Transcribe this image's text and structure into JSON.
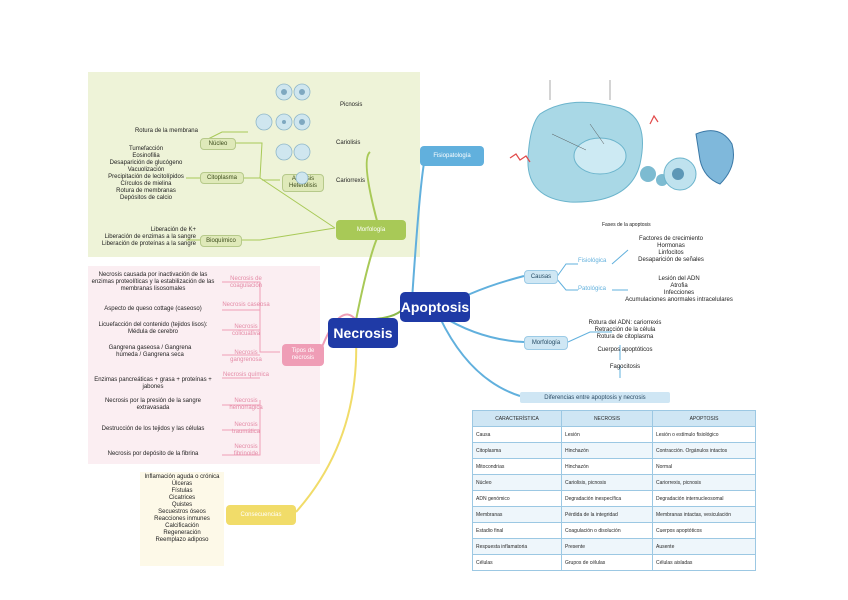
{
  "hubs": {
    "necrosis": "Necrosis",
    "apoptosis": "Apoptosis"
  },
  "morfologia_branch": {
    "label": "Morfología",
    "nucleo": {
      "label": "Núcleo",
      "item": "Rotura de la membrana"
    },
    "citoplasma": {
      "label": "Citoplasma",
      "items": [
        "Tumefacción",
        "Eosinofilia",
        "Desaparición de glucógeno",
        "Vacuolización",
        "Precipitación de lecitolípidos",
        "Círculos de mielina",
        "Rotura de membranas",
        "Depósitos de calcio"
      ]
    },
    "autolisis": "Autólisis Heterólisis",
    "bioquimico": {
      "label": "Bioquímico",
      "items": [
        "Liberación de K+",
        "Liberación de enzimas a la sangre",
        "Liberación de proteínas a la sangre"
      ]
    },
    "nuclear_labels": [
      "Picnosis",
      "Cariolisis",
      "Cariorrexis"
    ]
  },
  "tipos_branch": {
    "label": "Tipos de necrosis",
    "types": [
      {
        "name": "Necrosis de coagulación",
        "desc": "Necrosis causada por inactivación de las enzimas proteolíticas y la estabilización de las membranas lisosomales"
      },
      {
        "name": "Necrosis caseosa",
        "desc": "Aspecto de queso cottage (caseoso)"
      },
      {
        "name": "Necrosis colicuativa",
        "desc": "Licuefacción del contenido (tejidos lisos): Médula de cerebro"
      },
      {
        "name": "Necrosis gangrenosa",
        "desc": "Gangrena gaseosa / Gangrena húmeda / Gangrena seca"
      },
      {
        "name": "Necrosis química",
        "desc": "Enzimas pancreáticas + grasa + proteínas + jabones"
      },
      {
        "name": "Necrosis hemorrágica",
        "desc": "Necrosis por la presión de la sangre extravasada"
      },
      {
        "name": "Necrosis traumática",
        "desc": "Destrucción de los tejidos y las células"
      },
      {
        "name": "Necrosis fibrinoide",
        "desc": "Necrosis por depósito de la fibrina"
      }
    ]
  },
  "consecuencias_branch": {
    "label": "Consecuencias",
    "items": [
      "Inflamación aguda o crónica",
      "Úlceras",
      "Fístulas",
      "Cicatrices",
      "Quistes",
      "Secuestros óseos",
      "Reacciones inmunes",
      "Calcificación",
      "Regeneración",
      "Reemplazo adiposo"
    ]
  },
  "fisiopatologia": {
    "label": "Fisiopatología",
    "figure_caption": "Fases de la apoptosis"
  },
  "causas": {
    "label": "Causas",
    "fisiologica": {
      "label": "Fisiológica",
      "items": [
        "Factores de crecimiento",
        "Hormonas",
        "Linfocitos",
        "Desaparición de señales"
      ]
    },
    "patologica": {
      "label": "Patológica",
      "items": [
        "Lesión del ADN",
        "Atrofia",
        "Infecciones",
        "Acumulaciones anormales intracelulares"
      ]
    }
  },
  "morfologia_apoptosis": {
    "label": "Morfología",
    "steps": [
      "Rotura del ADN: cariorrexis",
      "Retracción de la célula",
      "Rotura de citoplasma",
      "Cuerpos apoptóticos",
      "Fagocitosis"
    ]
  },
  "table": {
    "title": "Diferencias entre apoptosis y necrosis",
    "headers": [
      "CARACTERÍSTICA",
      "NECROSIS",
      "APOPTOSIS"
    ],
    "rows": [
      [
        "Causa",
        "Lesión",
        "Lesión o estímulo fisiológico"
      ],
      [
        "Citoplasma",
        "Hinchazón",
        "Contracción. Orgánulos intactos"
      ],
      [
        "Mitocondrias",
        "Hinchazón",
        "Normal"
      ],
      [
        "Núcleo",
        "Cariolisis, picnosis",
        "Cariorrexis, picnosis"
      ],
      [
        "ADN genómico",
        "Degradación inespecífica",
        "Degradación internucleosomal"
      ],
      [
        "Membranas",
        "Pérdida de la integridad",
        "Membranas intactas, vesiculación"
      ],
      [
        "Estadio final",
        "Coagulación o disolución",
        "Cuerpos apoptóticos"
      ],
      [
        "Respuesta inflamatoria",
        "Presente",
        "Ausente"
      ],
      [
        "Células",
        "Grupos de células",
        "Células aisladas"
      ]
    ]
  },
  "colors": {
    "hub": "#1f3aa6",
    "morfologia": "#a8c957",
    "tipos": "#ef9db6",
    "consecuencias": "#f1dc69",
    "apoptosis": "#61b0dd"
  }
}
